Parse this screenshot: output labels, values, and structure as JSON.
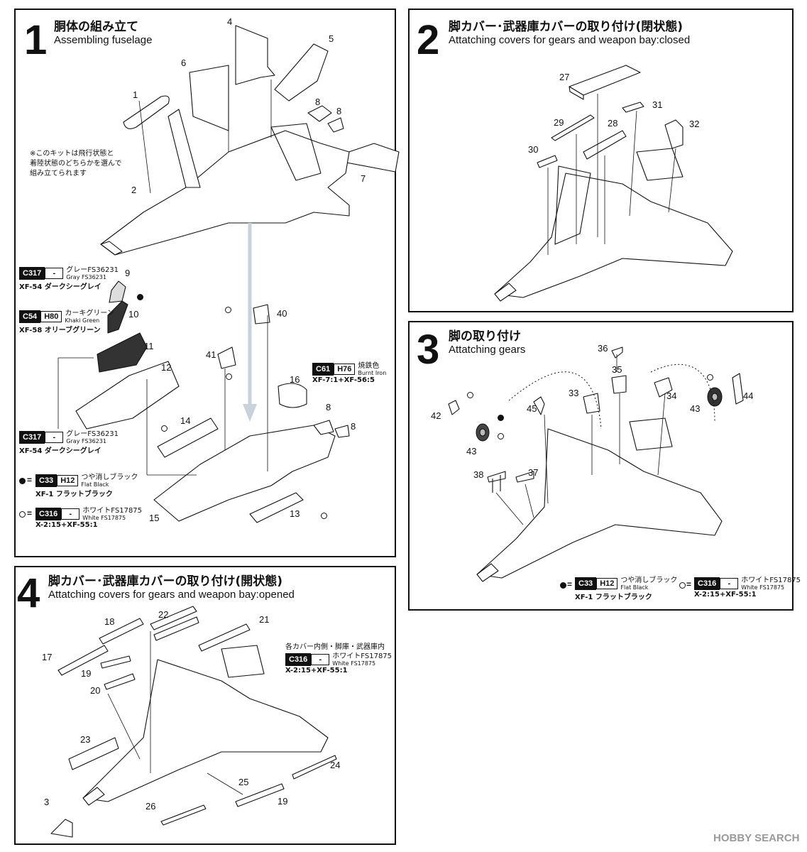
{
  "steps": [
    {
      "num": "1",
      "jp": "胴体の組み立て",
      "en": "Assembling fuselage"
    },
    {
      "num": "2",
      "jp": "脚カバー･武器庫カバーの取り付け(閉状態)",
      "en": "Attatching covers for gears and weapon bay:closed"
    },
    {
      "num": "3",
      "jp": "脚の取り付け",
      "en": "Attatching gears"
    },
    {
      "num": "4",
      "jp": "脚カバー･武器庫カバーの取り付け(開状態)",
      "en": "Attatching covers for gears and weapon bay:opened"
    }
  ],
  "step1": {
    "note_lines": [
      "※このキットは飛行状態と",
      "着陸状態のどちらかを選んで",
      "組み立てられます"
    ],
    "parts": [
      "1",
      "2",
      "4",
      "5",
      "6",
      "7",
      "8",
      "8",
      "9",
      "10",
      "11",
      "12",
      "13",
      "14",
      "15",
      "16",
      "8",
      "8",
      "40",
      "41"
    ],
    "paints": [
      {
        "c": "C317",
        "h": "-",
        "jp": "グレーFS36231",
        "en": "Gray FS36231",
        "xf": "XF-54 ダークシーグレイ"
      },
      {
        "c": "C54",
        "h": "H80",
        "jp": "カーキグリーン",
        "en": "Khaki Green",
        "xf": "XF-58 オリーブグリーン"
      },
      {
        "c": "C317",
        "h": "-",
        "jp": "グレーFS36231",
        "en": "Gray FS36231",
        "xf": "XF-54 ダークシーグレイ"
      },
      {
        "c": "C33",
        "h": "H12",
        "jp": "つや消しブラック",
        "en": "Flat Black",
        "xf": "XF-1 フラットブラック"
      },
      {
        "c": "C316",
        "h": "-",
        "jp": "ホワイトFS17875",
        "en": "White FS17875",
        "xf": "X-2:15+XF-55:1"
      },
      {
        "c": "C61",
        "h": "H76",
        "jp": "焼鉄色",
        "en": "Burnt Iron",
        "xf": "XF-7:1+XF-56:5"
      }
    ]
  },
  "step2": {
    "parts": [
      "27",
      "29",
      "31",
      "28",
      "32",
      "30"
    ]
  },
  "step3": {
    "parts": [
      "36",
      "35",
      "33",
      "34",
      "44",
      "42",
      "45",
      "43",
      "43",
      "38",
      "37"
    ],
    "paints": [
      {
        "c": "C33",
        "h": "H12",
        "jp": "つや消しブラック",
        "en": "Flat Black",
        "xf": "XF-1 フラットブラック"
      },
      {
        "c": "C316",
        "h": "-",
        "jp": "ホワイトFS17875",
        "en": "White FS17875",
        "xf": "X-2:15+XF-55:1"
      }
    ]
  },
  "step4": {
    "note": "各カバー内側・脚庫・武器庫内",
    "parts": [
      "18",
      "22",
      "21",
      "17",
      "19",
      "20",
      "23",
      "24",
      "25",
      "19",
      "26",
      "3"
    ],
    "paints": [
      {
        "c": "C316",
        "h": "-",
        "jp": "ホワイトFS17875",
        "en": "White FS17875",
        "xf": "X-2:15+XF-55:1"
      }
    ]
  },
  "marks": {
    "eq": "="
  },
  "watermark": "HOBBY SEARCH"
}
